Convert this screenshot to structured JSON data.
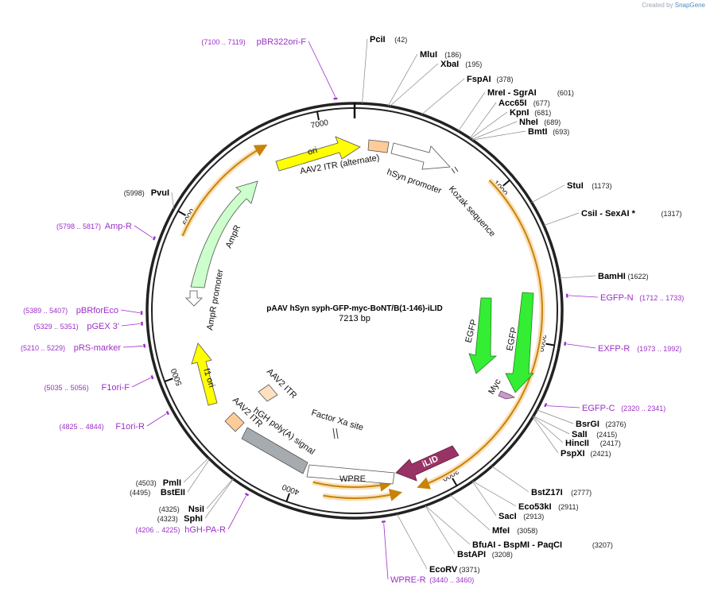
{
  "credit": {
    "prefix": "Created by",
    "logo": "SnapGene"
  },
  "plasmid": {
    "name": "pAAV hSyn syph-GFP-myc-BoNT/B(1-146)-iLID",
    "length_text": "7213 bp",
    "length": 7213
  },
  "ticks": [
    {
      "bp": 1000,
      "label": "1000"
    },
    {
      "bp": 2000,
      "label": "2000"
    },
    {
      "bp": 3000,
      "label": "3000"
    },
    {
      "bp": 4000,
      "label": "4000"
    },
    {
      "bp": 5000,
      "label": "5000"
    },
    {
      "bp": 6000,
      "label": "6000"
    },
    {
      "bp": 7000,
      "label": "7000"
    }
  ],
  "enzymes": [
    {
      "name": "PciI",
      "pos": "(42)",
      "bp": 42
    },
    {
      "name": "MluI",
      "pos": "(186)",
      "bp": 186
    },
    {
      "name": "XbaI",
      "pos": "(195)",
      "bp": 195
    },
    {
      "name": "FspAI",
      "pos": "(378)",
      "bp": 378
    },
    {
      "name": "MreI  - SgrAI",
      "pos": "(601)",
      "bp": 601
    },
    {
      "name": "Acc65I",
      "pos": "(677)",
      "bp": 677
    },
    {
      "name": "KpnI",
      "pos": "(681)",
      "bp": 681
    },
    {
      "name": "NheI",
      "pos": "(689)",
      "bp": 689
    },
    {
      "name": "BmtI",
      "pos": "(693)",
      "bp": 693
    },
    {
      "name": "StuI",
      "pos": "(1173)",
      "bp": 1173
    },
    {
      "name": "CsiI  - SexAI *",
      "pos": "(1317)",
      "bp": 1317
    },
    {
      "name": "BamHI",
      "pos": "(1622)",
      "bp": 1622
    },
    {
      "name": "BsrGI",
      "pos": "(2376)",
      "bp": 2376
    },
    {
      "name": "SalI",
      "pos": "(2415)",
      "bp": 2415
    },
    {
      "name": "HincII",
      "pos": "(2417)",
      "bp": 2417
    },
    {
      "name": "PspXI",
      "pos": "(2421)",
      "bp": 2421
    },
    {
      "name": "BstZ17I",
      "pos": "(2777)",
      "bp": 2777
    },
    {
      "name": "Eco53kI",
      "pos": "(2911)",
      "bp": 2911
    },
    {
      "name": "SacI",
      "pos": "(2913)",
      "bp": 2913
    },
    {
      "name": "MfeI",
      "pos": "(3058)",
      "bp": 3058
    },
    {
      "name": "BfuAI  - BspMI  - PaqCI",
      "pos": "(3207)",
      "bp": 3207
    },
    {
      "name": "BstAPI",
      "pos": "(3208)",
      "bp": 3208
    },
    {
      "name": "EcoRV",
      "pos": "(3371)",
      "bp": 3371
    },
    {
      "name": "PmlI",
      "pos": "(4503)",
      "bp": 4503
    },
    {
      "name": "BstEII",
      "pos": "(4495)",
      "bp": 4495
    },
    {
      "name": "NsiI",
      "pos": "(4325)",
      "bp": 4325
    },
    {
      "name": "SphI",
      "pos": "(4323)",
      "bp": 4323
    },
    {
      "name": "PvuI",
      "pos": "(5998)",
      "bp": 5998
    }
  ],
  "primers": [
    {
      "name": "pBR322ori-F",
      "pos": "(7100 .. 7119)",
      "bp": 7110
    },
    {
      "name": "EGFP-N",
      "pos": "(1712 .. 1733)",
      "bp": 1722
    },
    {
      "name": "EXFP-R",
      "pos": "(1973 .. 1992)",
      "bp": 1982
    },
    {
      "name": "EGFP-C",
      "pos": "(2320 .. 2341)",
      "bp": 2330
    },
    {
      "name": "WPRE-R",
      "pos": "(3440 .. 3460)",
      "bp": 3450
    },
    {
      "name": "hGH-PA-R",
      "pos": "(4206 .. 4225)",
      "bp": 4215
    },
    {
      "name": "F1ori-R",
      "pos": "(4825 .. 4844)",
      "bp": 4835
    },
    {
      "name": "F1ori-F",
      "pos": "(5035 .. 5056)",
      "bp": 5045
    },
    {
      "name": "pRS-marker",
      "pos": "(5210 .. 5229)",
      "bp": 5220
    },
    {
      "name": "pGEX 3'",
      "pos": "(5329 .. 5351)",
      "bp": 5340
    },
    {
      "name": "pBRforEco",
      "pos": "(5389 .. 5407)",
      "bp": 5398
    },
    {
      "name": "Amp-R",
      "pos": "(5798 .. 5817)",
      "bp": 5808
    }
  ],
  "features": [
    {
      "label": "ori",
      "color": "#ffff00"
    },
    {
      "label": "AAV2 ITR (alternate)",
      "color": "#ffcc99"
    },
    {
      "label": "hSyn promoter",
      "color": "#ffffff"
    },
    {
      "label": "Kozak sequence",
      "color": "#ffffff"
    },
    {
      "label": "EGFP",
      "color": "#33ee33"
    },
    {
      "label": "EGFP",
      "color": "#33ee33"
    },
    {
      "label": "Myc",
      "color": "#cc99cc"
    },
    {
      "label": "iLID",
      "color": "#993366"
    },
    {
      "label": "WPRE",
      "color": "#ffffff"
    },
    {
      "label": "hGH poly(A) signal",
      "color": "#a6abb0"
    },
    {
      "label": "AAV2 ITR",
      "color": "#ffcc99"
    },
    {
      "label": "AAV2 ITR",
      "color": "#ffe0c0"
    },
    {
      "label": "Factor Xa site",
      "color": "#ffffff"
    },
    {
      "label": "f1 ori",
      "color": "#ffff00"
    },
    {
      "label": "AmpR promoter",
      "color": "#ffffff"
    },
    {
      "label": "AmpR",
      "color": "#ccffcc"
    }
  ],
  "colors": {
    "orf": "#c8830a",
    "orf_glow": "#fbe0b8",
    "primer": "#9b30c8",
    "backbone": "#222222"
  }
}
